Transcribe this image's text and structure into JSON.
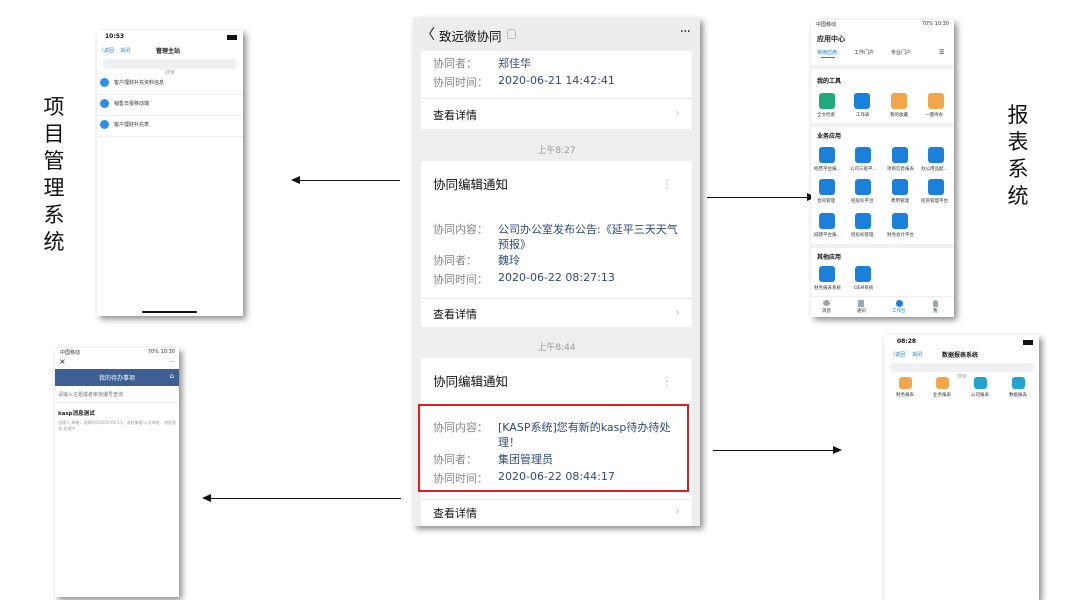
{
  "side_labels": {
    "left": "项目管理系统",
    "right": "报表系统"
  },
  "center": {
    "header": {
      "back": "〈",
      "title": "致远微协同",
      "title_icon": "ring-icon",
      "menu": "···"
    },
    "card0": {
      "rows": [
        {
          "label": "协同者：",
          "value": "郑佳华"
        },
        {
          "label": "协同时间：",
          "value": "2020-06-21 14:42:41"
        }
      ],
      "more": "查看详情"
    },
    "time1": "上午8:27",
    "card1": {
      "title": "协同编辑通知",
      "content_label": "协同内容：",
      "content_line1": "公司办公室发布公告:《延平三天天气",
      "content_line2": "预报》",
      "rows": [
        {
          "label": "协同者：",
          "value": "魏玲"
        },
        {
          "label": "协同时间：",
          "value": "2020-06-22 08:27:13"
        }
      ],
      "more": "查看详情"
    },
    "time2": "上午8:44",
    "card2": {
      "title": "协同编辑通知",
      "content_label": "协同内容：",
      "content_line1": "[KASP系统]您有新的kasp待办待处",
      "content_line2": "理！",
      "rows": [
        {
          "label": "协同者：",
          "value": "集团管理员"
        },
        {
          "label": "协同时间：",
          "value": "2020-06-22 08:44:17"
        }
      ],
      "more": "查看详情"
    },
    "highlight_color": "#e02020"
  },
  "tl": {
    "status_time": "10:53",
    "back": "〈返回",
    "close": "关闭",
    "title": "管理主站",
    "search": "搜索",
    "items": [
      "客户理财补充资料信息",
      "销售日报移动端",
      "客户理财补充表"
    ]
  },
  "tr": {
    "status_left": "中国移动",
    "status_right": "70% 10:30",
    "title": "应用中心",
    "tabs": [
      "常用应用",
      "工作门户",
      "专业门户"
    ],
    "section1": "我的工具",
    "tools": [
      "全文检索",
      "工作表",
      "我的收藏",
      "一键待办"
    ],
    "section2": "业务应用",
    "apps": [
      "经营平台报...",
      "公司三级平...",
      "项目信息报表",
      "办公用品配...",
      "合同管理",
      "招投标平台",
      "费用管理",
      "招商管理平台",
      "城建平台报...",
      "招投标管理",
      "财务会计平台"
    ],
    "section3": "其他应用",
    "others": [
      "财务报表系统",
      "OEM系统"
    ],
    "nav": [
      "消息",
      "通讯",
      "工作台",
      "我"
    ]
  },
  "bl": {
    "status_left": "中国移动",
    "status_right": "70% 10:30",
    "close": "×",
    "menu": "···",
    "title": "我的待办事项",
    "search": "请输入主题或者审批编号查询",
    "item_title": "kasp消息测试",
    "item_desc": "创建人:周敏，创建时间2020-06-17，流程单据:公文审批，流程状态:处理中"
  },
  "br": {
    "status_time": "08:28",
    "back": "〈返回",
    "close": "关闭",
    "title": "数据报表系统",
    "search": "搜索",
    "items": [
      "财务报表",
      "业务报表",
      "公司报表",
      "数据报表"
    ]
  },
  "colors": {
    "blue": "#1a80d9",
    "green": "#1fa97c",
    "navy": "#2f4a7d",
    "orange": "#f2a64a"
  }
}
